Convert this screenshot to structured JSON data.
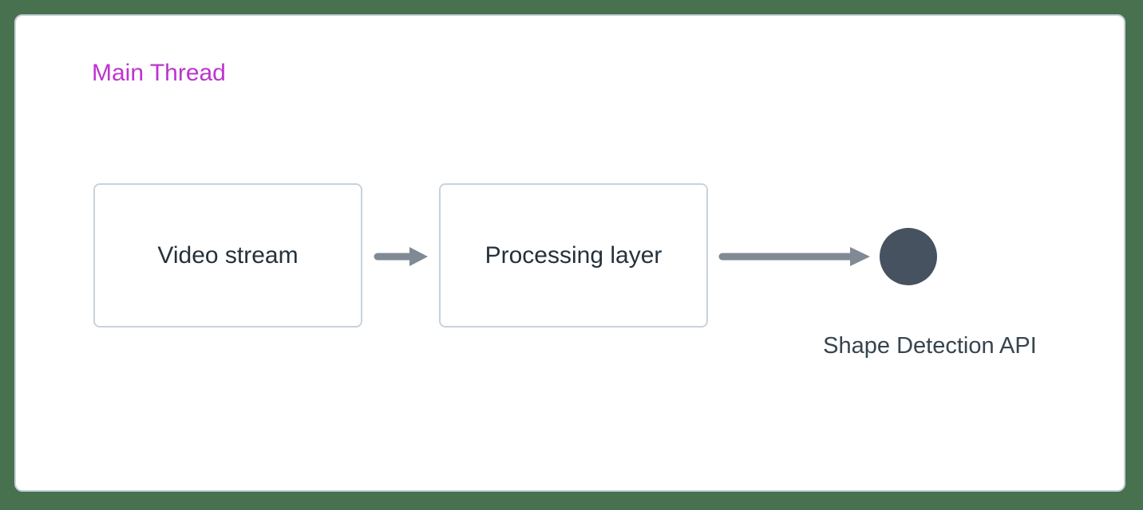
{
  "diagram": {
    "title": "Main Thread",
    "nodes": [
      {
        "id": "video-stream",
        "label": "Video stream"
      },
      {
        "id": "processing-layer",
        "label": "Processing layer"
      }
    ],
    "terminal": {
      "label": "Shape Detection API",
      "shape": "circle"
    },
    "arrows": [
      {
        "from": "video-stream",
        "to": "processing-layer"
      },
      {
        "from": "processing-layer",
        "to": "shape-detection-api"
      }
    ],
    "colors": {
      "frame_background": "#48714f",
      "panel_background": "#ffffff",
      "panel_border": "#c7d1db",
      "node_border": "#c9d2db",
      "node_text": "#24313c",
      "title_accent": "#bd34cf",
      "arrow": "#7f8a95",
      "terminal_circle": "#46525f",
      "terminal_text": "#36444f"
    }
  }
}
